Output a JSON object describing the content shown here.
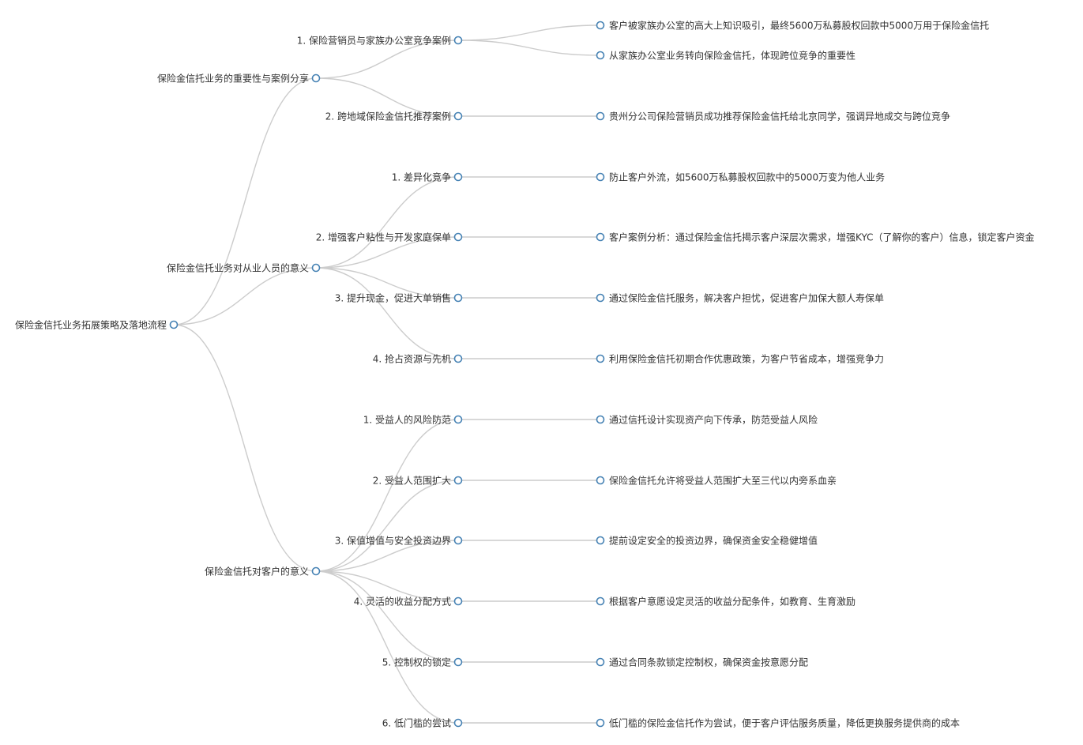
{
  "mindmap": {
    "root": {
      "label": "保险金信托业务拓展策略及落地流程",
      "children": [
        {
          "label": "保险金信托业务的重要性与案例分享",
          "children": [
            {
              "label": "1. 保险营销员与家族办公室竞争案例",
              "children": [
                {
                  "label": "客户被家族办公室的高大上知识吸引，最终5600万私募股权回款中5000万用于保险金信托"
                },
                {
                  "label": "从家族办公室业务转向保险金信托，体现跨位竞争的重要性"
                }
              ]
            },
            {
              "label": "2. 跨地域保险金信托推荐案例",
              "children": [
                {
                  "label": "贵州分公司保险营销员成功推荐保险金信托给北京同学，强调异地成交与跨位竞争"
                }
              ]
            }
          ]
        },
        {
          "label": "保险金信托业务对从业人员的意义",
          "children": [
            {
              "label": "1. 差异化竞争",
              "children": [
                {
                  "label": "防止客户外流，如5600万私募股权回款中的5000万变为他人业务"
                }
              ]
            },
            {
              "label": "2. 增强客户粘性与开发家庭保单",
              "children": [
                {
                  "label": "客户案例分析：通过保险金信托揭示客户深层次需求，增强KYC（了解你的客户）信息，锁定客户资金"
                }
              ]
            },
            {
              "label": "3. 提升现金，促进大单销售",
              "children": [
                {
                  "label": "通过保险金信托服务，解决客户担忧，促进客户加保大额人寿保单"
                }
              ]
            },
            {
              "label": "4. 抢占资源与先机",
              "children": [
                {
                  "label": "利用保险金信托初期合作优惠政策，为客户节省成本，增强竞争力"
                }
              ]
            }
          ]
        },
        {
          "label": "保险金信托对客户的意义",
          "children": [
            {
              "label": "1. 受益人的风险防范",
              "children": [
                {
                  "label": "通过信托设计实现资产向下传承，防范受益人风险"
                }
              ]
            },
            {
              "label": "2. 受益人范围扩大",
              "children": [
                {
                  "label": "保险金信托允许将受益人范围扩大至三代以内旁系血亲"
                }
              ]
            },
            {
              "label": "3. 保值增值与安全投资边界",
              "children": [
                {
                  "label": "提前设定安全的投资边界，确保资金安全稳健增值"
                }
              ]
            },
            {
              "label": "4. 灵活的收益分配方式",
              "children": [
                {
                  "label": "根据客户意愿设定灵活的收益分配条件，如教育、生育激励"
                }
              ]
            },
            {
              "label": "5. 控制权的锁定",
              "children": [
                {
                  "label": "通过合同条款锁定控制权，确保资金按意愿分配"
                }
              ]
            },
            {
              "label": "6. 低门槛的尝试",
              "children": [
                {
                  "label": "低门槛的保险金信托作为尝试，便于客户评估服务质量，降低更换服务提供商的成本"
                }
              ]
            }
          ]
        }
      ]
    }
  }
}
